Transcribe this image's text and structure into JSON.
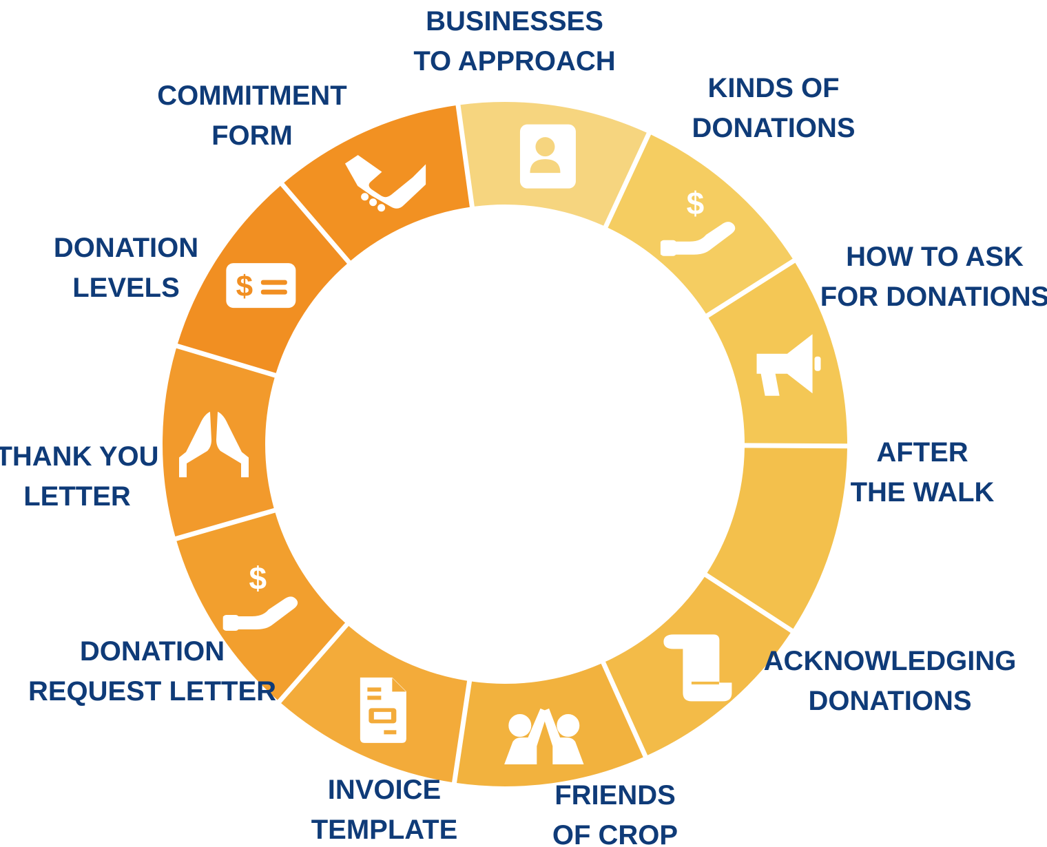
{
  "segments": [
    {
      "id": "businesses",
      "lines": [
        "BUSINESSES",
        "TO APPROACH"
      ],
      "color": "#f6d57f",
      "icon": "contact-book-icon"
    },
    {
      "id": "kinds",
      "lines": [
        "KINDS OF",
        "DONATIONS"
      ],
      "color": "#f5cd61",
      "icon": "hand-dollar-icon"
    },
    {
      "id": "how-to-ask",
      "lines": [
        "HOW TO ASK",
        "FOR DONATIONS"
      ],
      "color": "#f4c755",
      "icon": "megaphone-icon"
    },
    {
      "id": "after-walk",
      "lines": [
        "AFTER",
        "THE WALK"
      ],
      "color": "#f3c04c",
      "icon": "clipboard-checklist-icon"
    },
    {
      "id": "acknowledging",
      "lines": [
        "ACKNOWLEDGING",
        "DONATIONS"
      ],
      "color": "#f3bb48",
      "icon": "scroll-icon"
    },
    {
      "id": "friends",
      "lines": [
        "FRIENDS",
        "OF CROP"
      ],
      "color": "#f2b23e",
      "icon": "high-five-icon"
    },
    {
      "id": "invoice",
      "lines": [
        "INVOICE",
        "TEMPLATE"
      ],
      "color": "#f3ab3a",
      "icon": "document-icon"
    },
    {
      "id": "request-letter",
      "lines": [
        "DONATION",
        "REQUEST LETTER"
      ],
      "color": "#f29f2e",
      "icon": "hand-dollar-icon"
    },
    {
      "id": "thank-you",
      "lines": [
        "THANK YOU",
        "LETTER"
      ],
      "color": "#f29a2c",
      "icon": "praying-hands-icon"
    },
    {
      "id": "levels",
      "lines": [
        "DONATION",
        "LEVELS"
      ],
      "color": "#f18f22",
      "icon": "dollar-card-icon"
    },
    {
      "id": "commitment",
      "lines": [
        "COMMITMENT",
        "FORM"
      ],
      "color": "#f29122",
      "icon": "handshake-icon"
    }
  ]
}
